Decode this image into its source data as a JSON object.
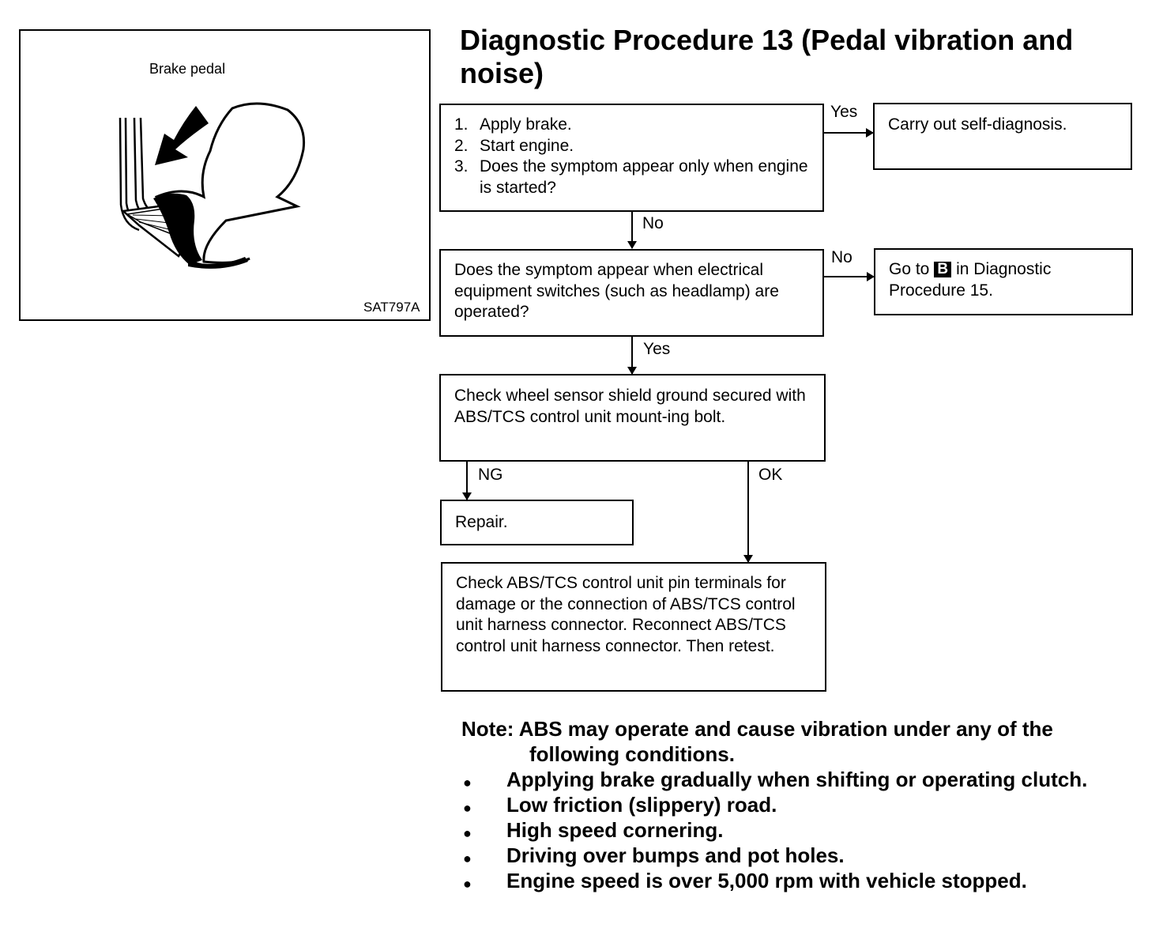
{
  "figure": {
    "label": "Brake pedal",
    "code": "SAT797A"
  },
  "title": "Diagnostic Procedure 13 (Pedal vibration and noise)",
  "flow": {
    "step1": {
      "items": [
        "Apply brake.",
        "Start engine.",
        "Does the symptom appear only when engine is started?"
      ],
      "nums": [
        "1.",
        "2.",
        "3."
      ]
    },
    "yes1": "Yes",
    "result1": "Carry out self-diagnosis.",
    "no1": "No",
    "step2": "Does the symptom appear when electrical equipment switches (such as headlamp) are operated?",
    "no2": "No",
    "result2_pre": "Go to",
    "result2_badge": "B",
    "result2_post": "in Diagnostic Procedure 15.",
    "yes2": "Yes",
    "step3": "Check wheel sensor shield ground secured with ABS/TCS control unit mount-ing bolt.",
    "ng": "NG",
    "ok": "OK",
    "repair": "Repair.",
    "step4": "Check ABS/TCS control unit pin terminals for damage or the connection of ABS/TCS control unit harness connector. Reconnect ABS/TCS control unit harness connector. Then retest."
  },
  "note": {
    "heading": "Note: ABS may operate and cause vibration under any of the following conditions.",
    "bullets": [
      "Applying brake gradually when shifting or operating clutch.",
      "Low friction (slippery) road.",
      "High speed cornering.",
      "Driving over bumps and pot holes.",
      "Engine speed is over 5,000 rpm with vehicle stopped."
    ]
  }
}
